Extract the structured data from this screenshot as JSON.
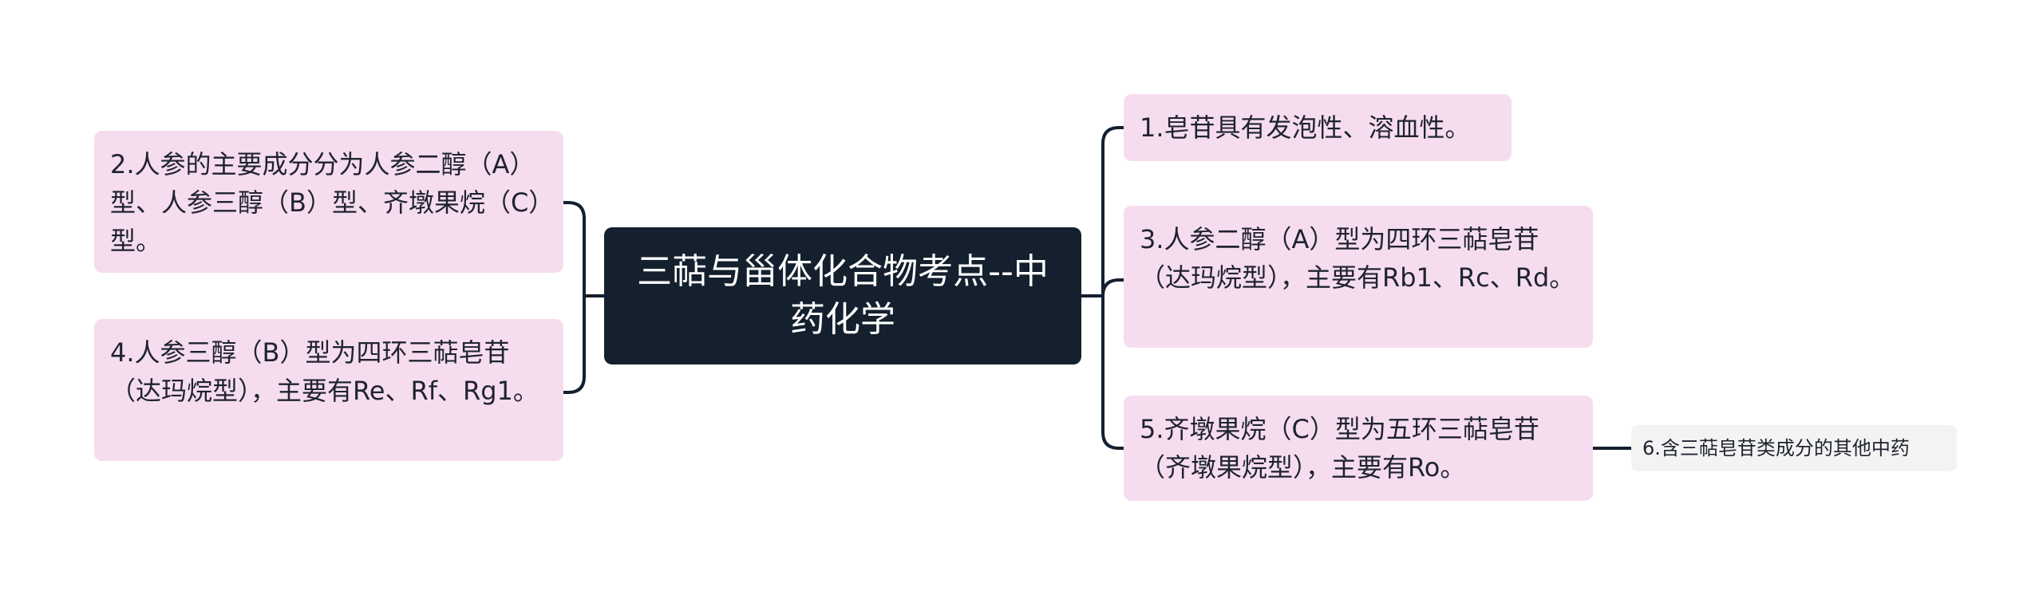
{
  "mindmap": {
    "root": {
      "label": "三萜与甾体化合物考点--中药化学"
    },
    "left_nodes": [
      {
        "label": "2.人参的主要成分分为人参二醇（A）型、人参三醇（B）型、齐墩果烷（C）型。"
      },
      {
        "label": "4.人参三醇（B）型为四环三萜皂苷（达玛烷型），主要有Re、Rf、Rg1。"
      }
    ],
    "right_nodes": [
      {
        "label": "1.皂苷具有发泡性、溶血性。"
      },
      {
        "label": "3.人参二醇（A）型为四环三萜皂苷（达玛烷型），主要有Rb1、Rc、Rd。"
      },
      {
        "label": "5.齐墩果烷（C）型为五环三萜皂苷（齐墩果烷型），主要有Ro。"
      }
    ],
    "sub_nodes": [
      {
        "label": "6.含三萜皂苷类成分的其他中药"
      }
    ]
  },
  "colors": {
    "root_background": "#14202e",
    "node_background": "#f6dcef",
    "leaf_background": "#f3f3f3",
    "connector": "#14202e"
  }
}
